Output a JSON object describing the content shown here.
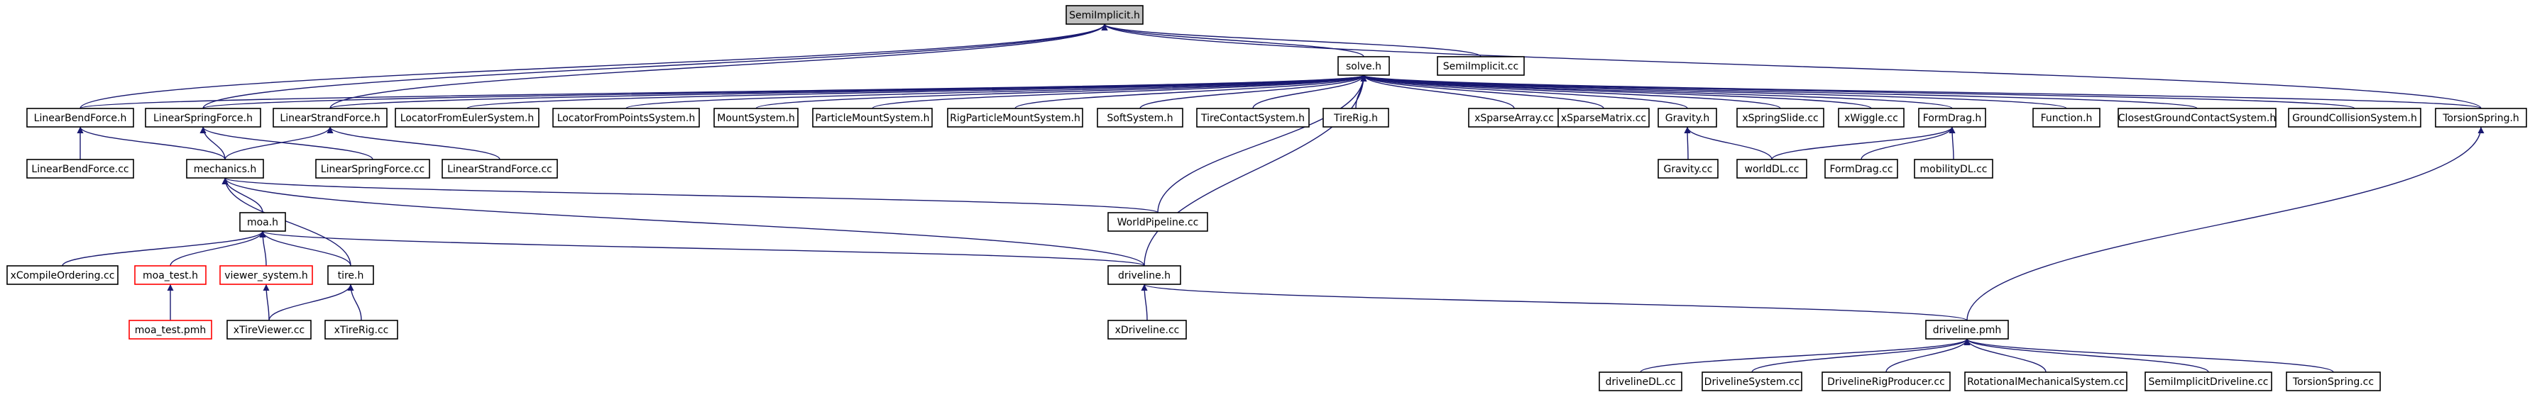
{
  "nodes": [
    {
      "id": "semiimplicit_h",
      "label": "SemiImplicit.h",
      "style": "root"
    },
    {
      "id": "solve_h",
      "label": "solve.h"
    },
    {
      "id": "semiimplicit_cc",
      "label": "SemiImplicit.cc"
    },
    {
      "id": "linearbendforce_h",
      "label": "LinearBendForce.h"
    },
    {
      "id": "linearspringforce_h",
      "label": "LinearSpringForce.h"
    },
    {
      "id": "linearstrandforce_h",
      "label": "LinearStrandForce.h"
    },
    {
      "id": "locatorfromeuler_h",
      "label": "LocatorFromEulerSystem.h"
    },
    {
      "id": "locatorfrompoints_h",
      "label": "LocatorFromPointsSystem.h"
    },
    {
      "id": "mountsystem_h",
      "label": "MountSystem.h"
    },
    {
      "id": "particlemount_h",
      "label": "ParticleMountSystem.h"
    },
    {
      "id": "rigparticlemount_h",
      "label": "RigParticleMountSystem.h"
    },
    {
      "id": "softsystem_h",
      "label": "SoftSystem.h"
    },
    {
      "id": "tirecontact_h",
      "label": "TireContactSystem.h"
    },
    {
      "id": "tirerig_h",
      "label": "TireRig.h"
    },
    {
      "id": "xsparsearray_cc",
      "label": "xSparseArray.cc"
    },
    {
      "id": "xsparsematrix_cc",
      "label": "xSparseMatrix.cc"
    },
    {
      "id": "gravity_h",
      "label": "Gravity.h"
    },
    {
      "id": "xspringslide_cc",
      "label": "xSpringSlide.cc"
    },
    {
      "id": "xwiggle_cc",
      "label": "xWiggle.cc"
    },
    {
      "id": "formdrag_h",
      "label": "FormDrag.h"
    },
    {
      "id": "function_h",
      "label": "Function.h"
    },
    {
      "id": "closestground_h",
      "label": "ClosestGroundContactSystem.h"
    },
    {
      "id": "groundcollision_h",
      "label": "GroundCollisionSystem.h"
    },
    {
      "id": "torsionspring_h",
      "label": "TorsionSpring.h"
    },
    {
      "id": "linearbendforce_cc",
      "label": "LinearBendForce.cc"
    },
    {
      "id": "mechanics_h",
      "label": "mechanics.h"
    },
    {
      "id": "linearspringforce_cc",
      "label": "LinearSpringForce.cc"
    },
    {
      "id": "linearstrandforce_cc",
      "label": "LinearStrandForce.cc"
    },
    {
      "id": "gravity_cc",
      "label": "Gravity.cc"
    },
    {
      "id": "worlddl_cc",
      "label": "worldDL.cc"
    },
    {
      "id": "formdrag_cc",
      "label": "FormDrag.cc"
    },
    {
      "id": "mobilitydl_cc",
      "label": "mobilityDL.cc"
    },
    {
      "id": "moa_h",
      "label": "moa.h"
    },
    {
      "id": "worldpipeline_cc",
      "label": "WorldPipeline.cc"
    },
    {
      "id": "xcompileordering_cc",
      "label": "xCompileOrdering.cc"
    },
    {
      "id": "moa_test_h",
      "label": "moa_test.h",
      "style": "red"
    },
    {
      "id": "viewer_system_h",
      "label": "viewer_system.h",
      "style": "red"
    },
    {
      "id": "tire_h",
      "label": "tire.h"
    },
    {
      "id": "driveline_h",
      "label": "driveline.h"
    },
    {
      "id": "moa_test_pmh",
      "label": "moa_test.pmh",
      "style": "red"
    },
    {
      "id": "xtireviewer_cc",
      "label": "xTireViewer.cc"
    },
    {
      "id": "xtirerig_cc",
      "label": "xTireRig.cc"
    },
    {
      "id": "xdriveline_cc",
      "label": "xDriveline.cc"
    },
    {
      "id": "driveline_pmh",
      "label": "driveline.pmh"
    },
    {
      "id": "drivelinedl_cc",
      "label": "drivelineDL.cc"
    },
    {
      "id": "drivelinesystem_cc",
      "label": "DrivelineSystem.cc"
    },
    {
      "id": "drivelinerigproducer_cc",
      "label": "DrivelineRigProducer.cc"
    },
    {
      "id": "rotationalmech_cc",
      "label": "RotationalMechanicalSystem.cc"
    },
    {
      "id": "semiimplicitdriveline_cc",
      "label": "SemiImplicitDriveline.cc"
    },
    {
      "id": "torsionspring_cc",
      "label": "TorsionSpring.cc"
    }
  ],
  "edges": [
    [
      "solve_h",
      "semiimplicit_h"
    ],
    [
      "semiimplicit_cc",
      "semiimplicit_h"
    ],
    [
      "linearbendforce_h",
      "semiimplicit_h"
    ],
    [
      "linearspringforce_h",
      "semiimplicit_h"
    ],
    [
      "linearstrandforce_h",
      "semiimplicit_h"
    ],
    [
      "torsionspring_h",
      "semiimplicit_h"
    ],
    [
      "linearbendforce_h",
      "solve_h"
    ],
    [
      "linearspringforce_h",
      "solve_h"
    ],
    [
      "linearstrandforce_h",
      "solve_h"
    ],
    [
      "locatorfromeuler_h",
      "solve_h"
    ],
    [
      "locatorfrompoints_h",
      "solve_h"
    ],
    [
      "mountsystem_h",
      "solve_h"
    ],
    [
      "particlemount_h",
      "solve_h"
    ],
    [
      "rigparticlemount_h",
      "solve_h"
    ],
    [
      "softsystem_h",
      "solve_h"
    ],
    [
      "tirecontact_h",
      "solve_h"
    ],
    [
      "tirerig_h",
      "solve_h"
    ],
    [
      "xsparsearray_cc",
      "solve_h"
    ],
    [
      "xsparsematrix_cc",
      "solve_h"
    ],
    [
      "gravity_h",
      "solve_h"
    ],
    [
      "xspringslide_cc",
      "solve_h"
    ],
    [
      "xwiggle_cc",
      "solve_h"
    ],
    [
      "formdrag_h",
      "solve_h"
    ],
    [
      "function_h",
      "solve_h"
    ],
    [
      "closestground_h",
      "solve_h"
    ],
    [
      "groundcollision_h",
      "solve_h"
    ],
    [
      "torsionspring_h",
      "solve_h"
    ],
    [
      "worldpipeline_cc",
      "solve_h"
    ],
    [
      "driveline_h",
      "solve_h"
    ],
    [
      "linearbendforce_cc",
      "linearbendforce_h"
    ],
    [
      "mechanics_h",
      "linearbendforce_h"
    ],
    [
      "mechanics_h",
      "linearspringforce_h"
    ],
    [
      "linearspringforce_cc",
      "linearspringforce_h"
    ],
    [
      "mechanics_h",
      "linearstrandforce_h"
    ],
    [
      "linearstrandforce_cc",
      "linearstrandforce_h"
    ],
    [
      "gravity_cc",
      "gravity_h"
    ],
    [
      "worlddl_cc",
      "gravity_h"
    ],
    [
      "worlddl_cc",
      "formdrag_h"
    ],
    [
      "formdrag_cc",
      "formdrag_h"
    ],
    [
      "mobilitydl_cc",
      "formdrag_h"
    ],
    [
      "driveline_pmh",
      "torsionspring_h"
    ],
    [
      "moa_h",
      "mechanics_h"
    ],
    [
      "tire_h",
      "mechanics_h"
    ],
    [
      "worldpipeline_cc",
      "mechanics_h"
    ],
    [
      "driveline_h",
      "mechanics_h"
    ],
    [
      "xcompileordering_cc",
      "moa_h"
    ],
    [
      "moa_test_h",
      "moa_h"
    ],
    [
      "viewer_system_h",
      "moa_h"
    ],
    [
      "tire_h",
      "moa_h"
    ],
    [
      "driveline_h",
      "moa_h"
    ],
    [
      "moa_test_pmh",
      "moa_test_h"
    ],
    [
      "xtireviewer_cc",
      "viewer_system_h"
    ],
    [
      "xtireviewer_cc",
      "tire_h"
    ],
    [
      "xtirerig_cc",
      "tire_h"
    ],
    [
      "xdriveline_cc",
      "driveline_h"
    ],
    [
      "driveline_pmh",
      "driveline_h"
    ],
    [
      "drivelinedl_cc",
      "driveline_pmh"
    ],
    [
      "drivelinesystem_cc",
      "driveline_pmh"
    ],
    [
      "drivelinerigproducer_cc",
      "driveline_pmh"
    ],
    [
      "rotationalmech_cc",
      "driveline_pmh"
    ],
    [
      "semiimplicitdriveline_cc",
      "driveline_pmh"
    ],
    [
      "torsionspring_cc",
      "driveline_pmh"
    ]
  ],
  "colors": {
    "edge": "#191970",
    "root_fill": "#bfbfbf",
    "node_border": "#000000",
    "highlight_border": "#ff0000"
  }
}
